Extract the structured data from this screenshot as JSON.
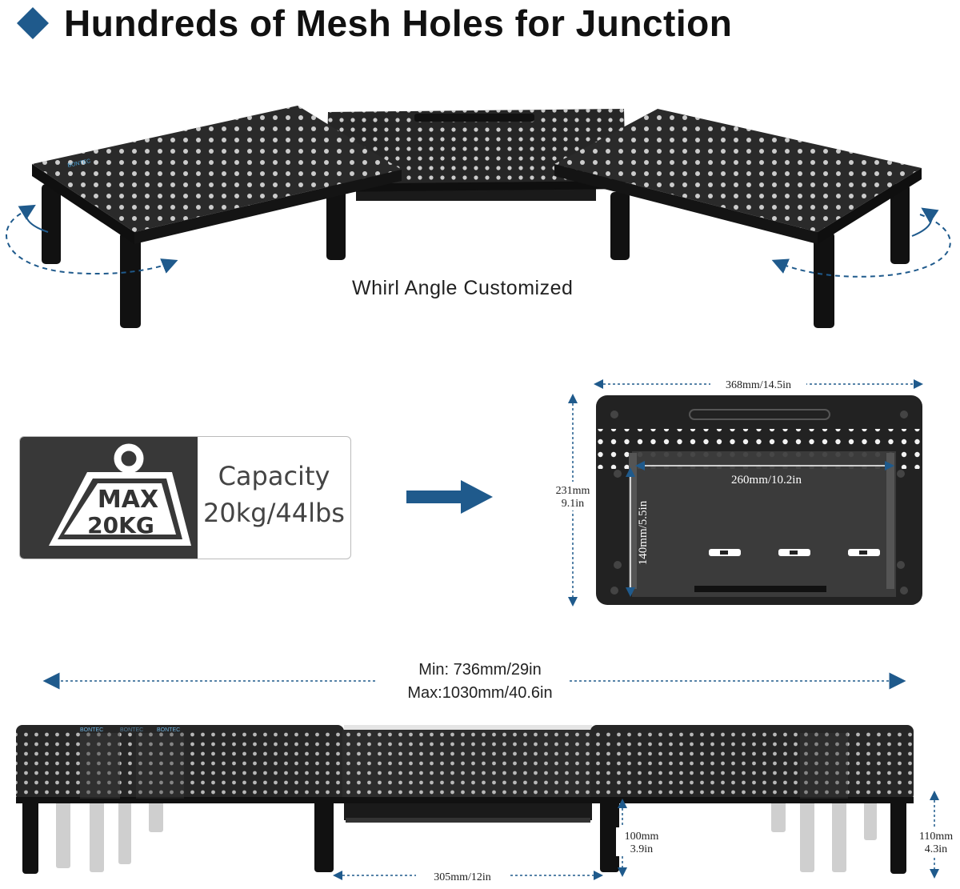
{
  "header": {
    "title": "Hundreds of Mesh Holes for Junction",
    "accent_color": "#1f5a8c"
  },
  "whirl": {
    "caption": "Whirl Angle Customized",
    "brand_mark": "BONTEC"
  },
  "capacity": {
    "badge_line1": "MAX",
    "badge_line2": "20KG",
    "label_line1": "Capacity",
    "label_line2": "20kg/44lbs"
  },
  "top_view": {
    "width_label": "368mm/14.5in",
    "depth_label_mm": "231mm",
    "depth_label_in": "9.1in",
    "inner_width_label": "260mm/10.2in",
    "inner_depth_label": "140mm/5.5in"
  },
  "extended_view": {
    "min_label": "Min: 736mm/29in",
    "max_label": "Max:1030mm/40.6in",
    "clearance_label": "305mm/12in",
    "center_height_mm": "100mm",
    "center_height_in": "3.9in",
    "side_height_mm": "110mm",
    "side_height_in": "4.3in",
    "brand_marks": [
      "BONTEC",
      "BONTEC",
      "BONTEC"
    ]
  }
}
